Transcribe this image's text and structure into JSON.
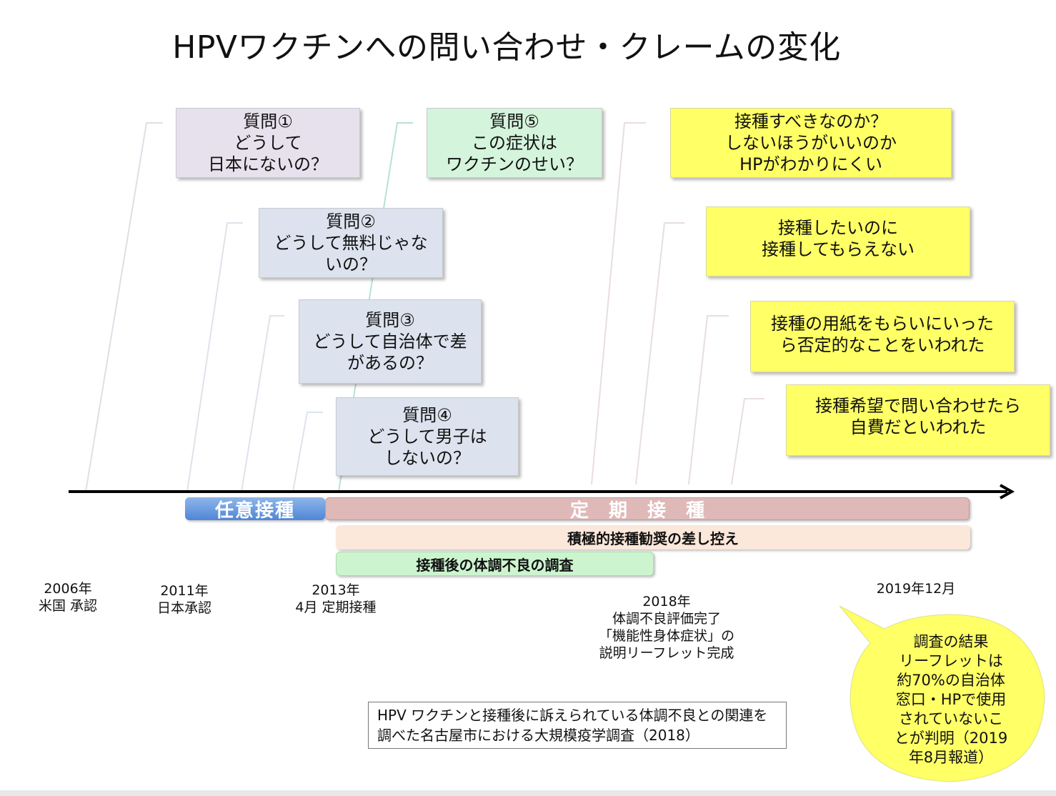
{
  "title": "HPVワクチンへの問い合わせ・クレームの変化",
  "questions": [
    {
      "lines": [
        "質問①",
        "どうして",
        "日本にないの？"
      ]
    },
    {
      "lines": [
        "質問②",
        "どうして無料じゃな",
        "いの？"
      ]
    },
    {
      "lines": [
        "質問③",
        "どうして自治体で差",
        "があるの？"
      ]
    },
    {
      "lines": [
        "質問④",
        "どうして男子は",
        "しないの？"
      ]
    },
    {
      "lines": [
        "質問⑤",
        "この症状は",
        "ワクチンのせい？"
      ]
    }
  ],
  "complaints": [
    {
      "lines": [
        "接種すべきなのか？",
        "しないほうがいいのか",
        "HPがわかりにくい"
      ]
    },
    {
      "lines": [
        "接種したいのに",
        "接種してもらえない"
      ]
    },
    {
      "lines": [
        "接種の用紙をもらいにいった",
        "ら否定的なことをいわれた"
      ]
    },
    {
      "lines": [
        "接種希望で問い合わせたら",
        "自費だといわれた"
      ]
    }
  ],
  "periods": {
    "voluntary": "任意接種",
    "routine": "定期接種",
    "suspension": "積極的接種勧奨の差し控え",
    "survey": "接種後の体調不良の調査"
  },
  "timeline": [
    {
      "lines": [
        "2006年",
        "米国 承認"
      ]
    },
    {
      "lines": [
        "2011年",
        "日本承認"
      ]
    },
    {
      "lines": [
        "2013年",
        "4月 定期接種"
      ]
    },
    {
      "lines": [
        "2018年",
        "体調不良評価完了",
        "「機能性身体症状」の",
        "説明リーフレット完成"
      ]
    },
    {
      "lines": [
        "2019年12月"
      ]
    }
  ],
  "reference": "HPV ワクチンと接種後に訴えられている体調不良との関連を調べた名古屋市における大規模疫学調査（2018）",
  "bubble": {
    "lines": [
      "調査の結果",
      "リーフレットは",
      "約70%の自治体",
      "窓口・HPで使用",
      "されていないこ",
      "とが判明（2019",
      "年8月報道）"
    ]
  },
  "colors": {
    "question_gray": "#e6e1ec",
    "question_blue": "#dce3ee",
    "question_green": "#d4f4dc",
    "complaint_yellow": "#ffff66",
    "voluntary_bar": "#5a8fd9",
    "routine_bar": "#dfb8b8",
    "suspension_bar": "#fbe8db",
    "survey_bar": "#ccf5cf",
    "arrow": "#000000"
  }
}
